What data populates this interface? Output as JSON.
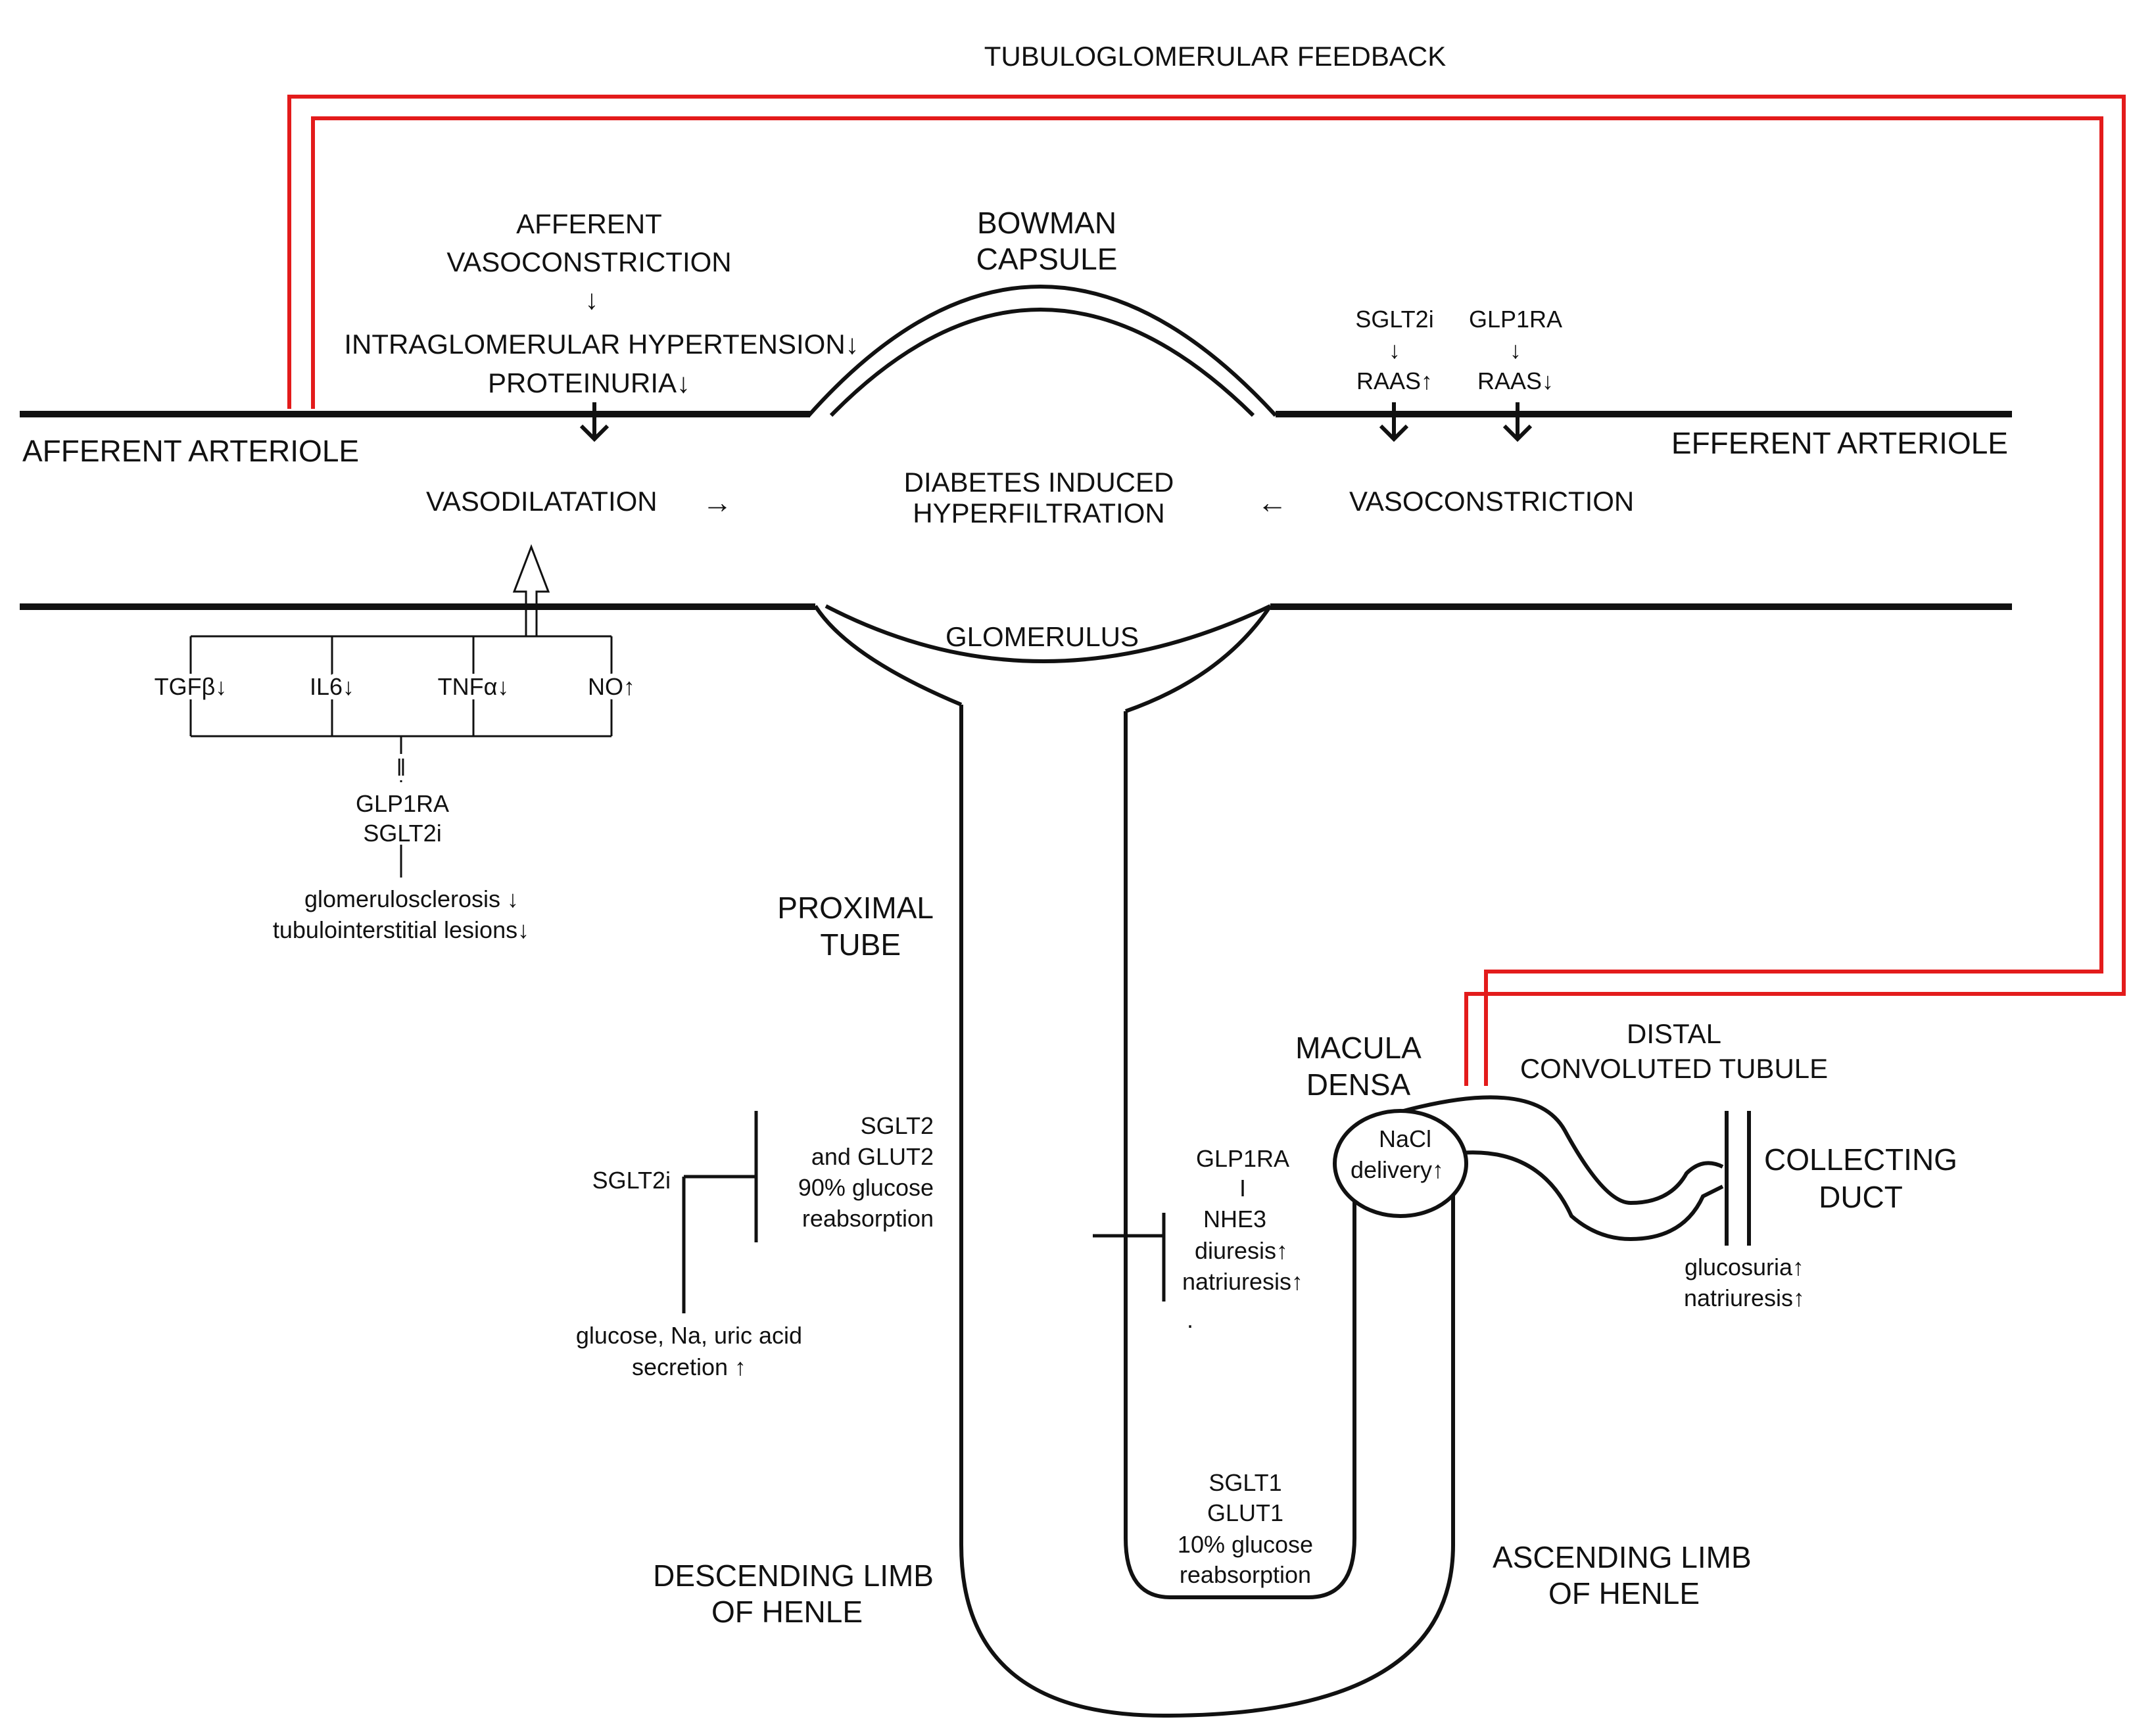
{
  "feedback": {
    "title": "TUBULOGLOMERULAR FEEDBACK",
    "color": "#e31b1b"
  },
  "afferent": {
    "label": "AFFERENT ARTERIOLE",
    "vasoconstriction_1": "AFFERENT",
    "vasoconstriction_2": "VASOCONSTRICTION",
    "arrow_down": "↓",
    "hypertension": "INTRAGLOMERULAR HYPERTENSION↓",
    "proteinuria": "PROTEINURIA↓",
    "vasodilatation": "VASODILATATION",
    "right_arrow": "→"
  },
  "bowman": {
    "line1": "BOWMAN",
    "line2": "CAPSULE"
  },
  "center": {
    "line1": "DIABETES INDUCED",
    "line2": "HYPERFILTRATION"
  },
  "glomerulus": "GLOMERULUS",
  "efferent": {
    "label": "EFFERENT ARTERIOLE",
    "sglt2i": "SGLT2i",
    "glp1ra": "GLP1RA",
    "arrow_down": "↓",
    "raas_up": "RAAS↑",
    "raas_down": "RAAS↓",
    "vasoconstriction": "VASOCONSTRICTION",
    "left_arrow": "←"
  },
  "cytokines": {
    "tgf": "TGFβ↓",
    "il6": "IL6↓",
    "tnf": "TNFα↓",
    "no": "NO↑",
    "drugs_sep": "‖",
    "drug1": "GLP1RA",
    "drug2": "SGLT2i",
    "effect1": "glomerulosclerosis ↓",
    "effect2": "tubulointerstitial lesions↓"
  },
  "proximal": {
    "label1": "PROXIMAL",
    "label2": "TUBE",
    "sglt2i": "SGLT2i",
    "transport1": "SGLT2",
    "transport2": "and GLUT2",
    "transport3": "90% glucose",
    "transport4": "reabsorption",
    "secretion1": "glucose, Na, uric acid",
    "secretion2": "secretion ↑"
  },
  "nhe3": {
    "drug": "GLP1RA",
    "bar": "I",
    "target": "NHE3",
    "effect1": "diuresis↑",
    "effect2": "natriuresis↑",
    "dot": "."
  },
  "loop": {
    "sglt1": "SGLT1",
    "glut1": "GLUT1",
    "pct": "10% glucose",
    "reabs": "reabsorption",
    "descending1": "DESCENDING LIMB",
    "descending2": "OF HENLE",
    "ascending1": "ASCENDING LIMB",
    "ascending2": "OF HENLE"
  },
  "macula": {
    "line1": "MACULA",
    "line2": "DENSA",
    "nacl1": "NaCl",
    "nacl2": "delivery↑"
  },
  "distal": {
    "line1": "DISTAL",
    "line2": "CONVOLUTED TUBULE"
  },
  "collecting": {
    "line1": "COLLECTING",
    "line2": "DUCT",
    "effect1": "glucosuria↑",
    "effect2": "natriuresis↑"
  }
}
